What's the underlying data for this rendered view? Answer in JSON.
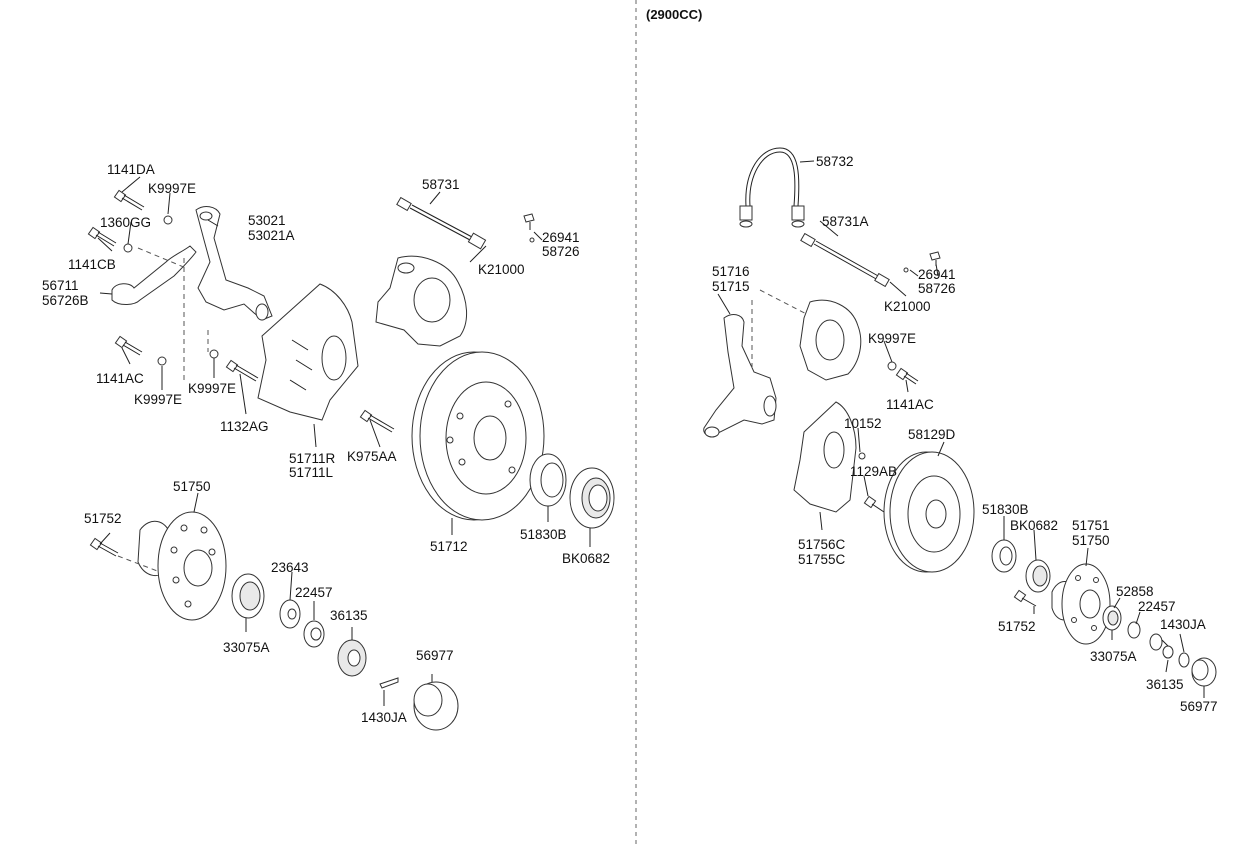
{
  "header": {
    "variant": "(2900CC)"
  },
  "left_labels": {
    "l1141DA": "1141DA",
    "lK9997E_top": "K9997E",
    "l1360GG": "1360GG",
    "l1141CB": "1141CB",
    "l53021": "53021",
    "l53021A": "53021A",
    "l56711": "56711",
    "l56726B": "56726B",
    "l58731": "58731",
    "l26941": "26941",
    "l58726": "58726",
    "lK21000": "K21000",
    "l1141AC": "1141AC",
    "lK9997E_mid": "K9997E",
    "lK9997E_low": "K9997E",
    "l1132AG": "1132AG",
    "l51711R": "51711R",
    "l51711L": "51711L",
    "lK975AA": "K975AA",
    "l51750": "51750",
    "l51752": "51752",
    "l51712": "51712",
    "l51830B": "51830B",
    "lBK0682": "BK0682",
    "l23643": "23643",
    "l22457": "22457",
    "l36135": "36135",
    "l33075A": "33075A",
    "l56977": "56977",
    "l1430JA": "1430JA"
  },
  "right_labels": {
    "r58732": "58732",
    "r58731A": "58731A",
    "r51716": "51716",
    "r51715": "51715",
    "r26941": "26941",
    "r58726": "58726",
    "rK21000": "K21000",
    "rK9997E": "K9997E",
    "r1141AC": "1141AC",
    "r10152": "10152",
    "r58129D": "58129D",
    "r1129AB": "1129AB",
    "r51830B": "51830B",
    "rBK0682": "BK0682",
    "r51751": "51751",
    "r51750": "51750",
    "r51756C": "51756C",
    "r51755C": "51755C",
    "r52858": "52858",
    "r22457": "22457",
    "r1430JA": "1430JA",
    "r51752": "51752",
    "r33075A": "33075A",
    "r36135": "36135",
    "r56977": "56977"
  }
}
